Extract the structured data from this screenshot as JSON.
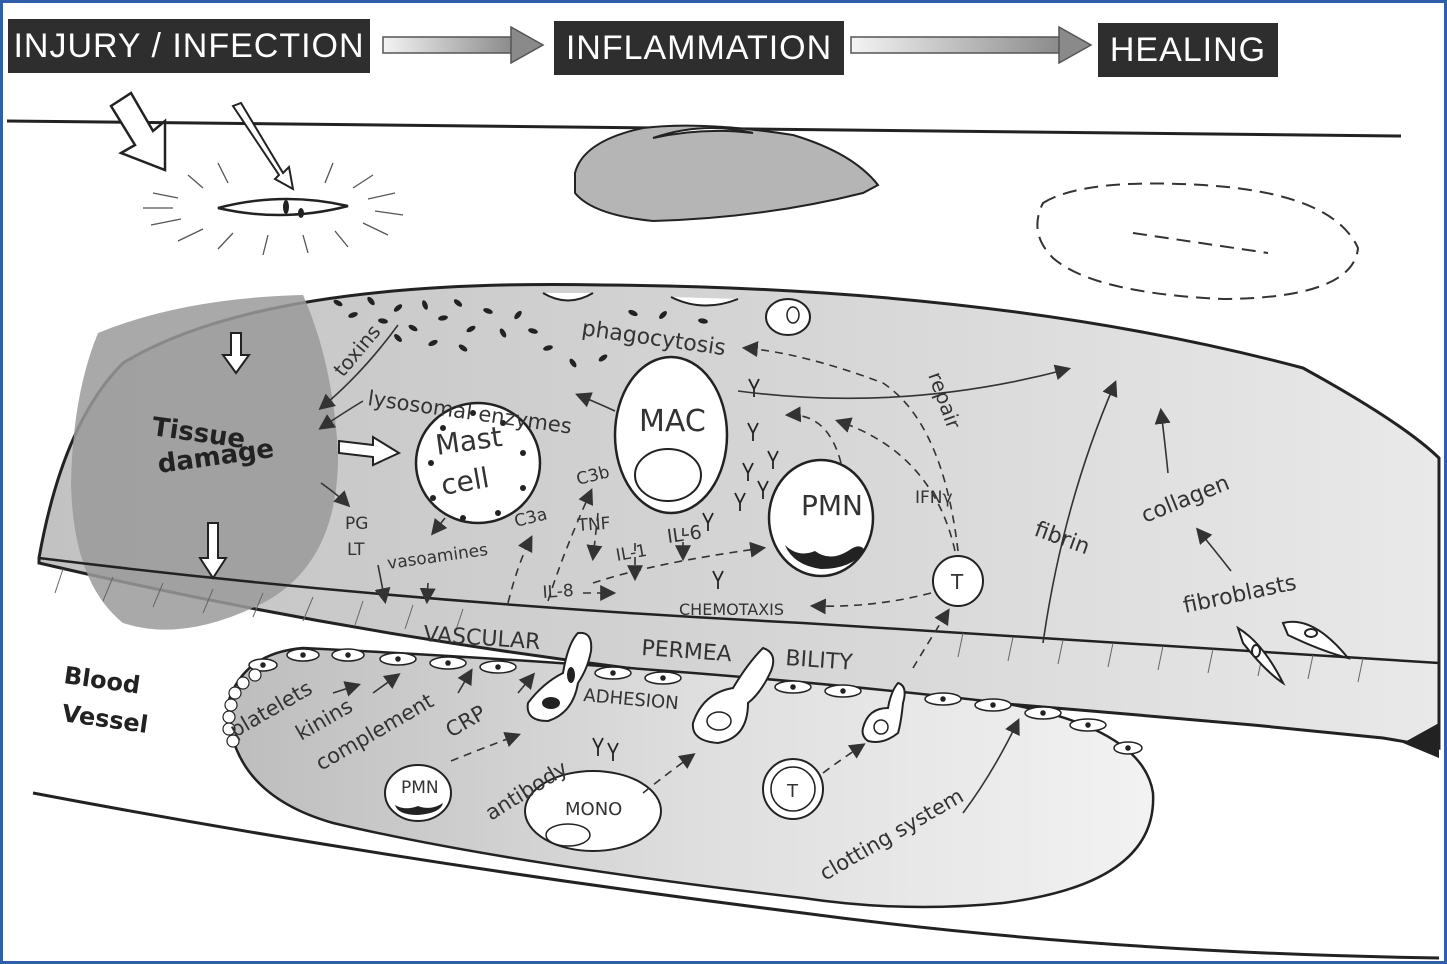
{
  "stages": {
    "injury": "INJURY / INFECTION",
    "inflammation": "INFLAMMATION",
    "healing": "HEALING"
  },
  "tissue": {
    "tissue_damage_line1": "Tissue",
    "tissue_damage_line2": "damage",
    "toxins": "toxins",
    "phagocytosis": "phagocytosis",
    "lysosomal_enzymes": "lysosomal enzymes",
    "repair": "repair",
    "mast_cell_line1": "Mast",
    "mast_cell_line2": "cell",
    "mac": "MAC",
    "pmn": "PMN",
    "c3b": "C3b",
    "c3a": "C3a",
    "tnf": "TNF",
    "il1": "IL-1",
    "il6": "IL-6",
    "il8": "IL-8",
    "ifn": "IFNγ",
    "pg": "PG",
    "lt": "LT",
    "vasoamines": "vasoamines",
    "chemotaxis": "CHEMOTAXIS",
    "t_cell": "T",
    "fibrin": "fibrin",
    "collagen": "collagen",
    "fibroblasts": "fibroblasts"
  },
  "vessel": {
    "blood": "Blood",
    "vessel": "Vessel",
    "vascular": "VASCULAR",
    "permea": "PERMEA",
    "bility": "BILITY",
    "adhesion": "ADHESION",
    "platelets": "platelets",
    "kinins": "kinins",
    "complement": "complement",
    "crp": "CRP",
    "antibody": "antibody",
    "pmn": "PMN",
    "mono": "MONO",
    "t_cell": "T",
    "clotting_system": "clotting system"
  },
  "colors": {
    "frame": "#2f5fa8",
    "label_bg": "#2e2e2e",
    "tissue_fill": "#cfcfcf",
    "damage_fill": "#9a9a9a",
    "ink": "#222222"
  }
}
